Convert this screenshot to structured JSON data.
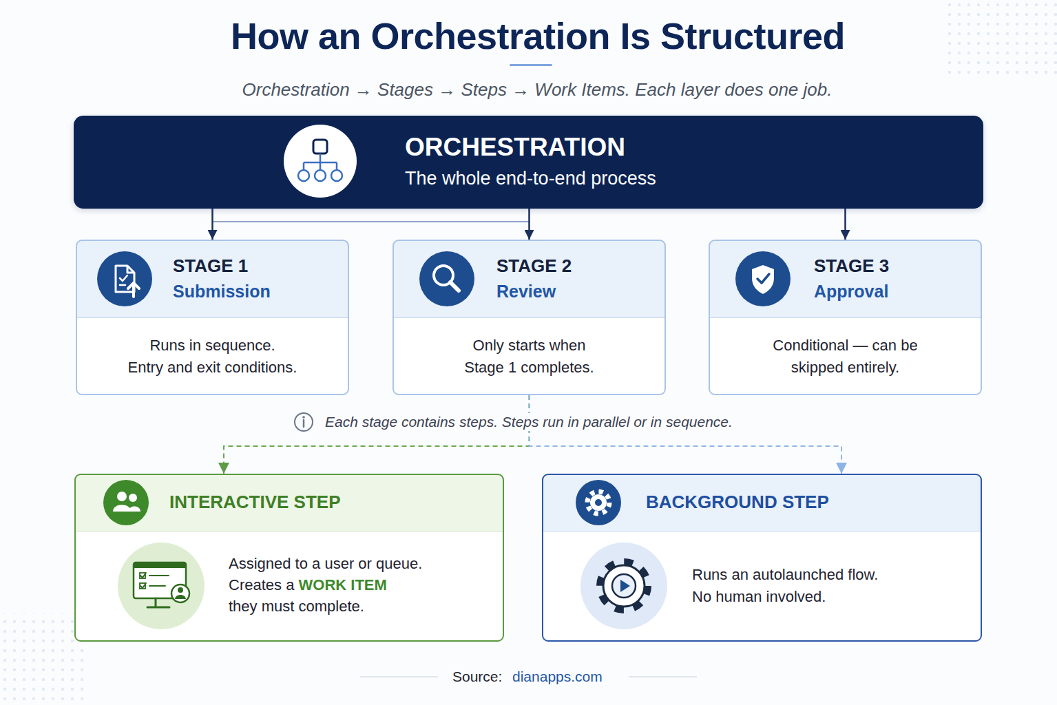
{
  "diagram": {
    "title": "How an Orchestration Is Structured",
    "nodes": [
      {
        "text": [
          "ORCHESTRATION",
          "The whole end-to-end process"
        ]
      },
      {
        "text": [
          "STAGE 1",
          "Submission",
          "Runs in sequence.",
          "Entry and exit conditions."
        ]
      },
      {
        "text": [
          "STAGE 2",
          "Review",
          "Only starts when Stage 1 completes."
        ]
      },
      {
        "text": [
          "STAGE 3",
          "Approval",
          "Conditional — can be skipped entirely."
        ]
      },
      {
        "text": [
          "INTERACTIVE STEP",
          "Assigned to a user or queue. Creates a",
          "WORK ITEM",
          "they must complete."
        ]
      },
      {
        "text": [
          "BACKGROUND STEP",
          "Runs an autolaunched flow. No human involved."
        ]
      }
    ],
    "edges": [
      {
        "from": 0,
        "to": 1,
        "arrow": "to"
      },
      {
        "from": 0,
        "to": 2,
        "arrow": "to"
      },
      {
        "from": 0,
        "to": 3,
        "arrow": "to"
      },
      {
        "from": 2,
        "to": 4,
        "arrow": "to"
      },
      {
        "from": 2,
        "to": 5,
        "arrow": "to"
      }
    ],
    "labels": [
      "Orchestration → Stages → Steps → Work Items. Each layer does one job.",
      "Each stage contains steps. Steps run in parallel or in sequence.",
      "Source:",
      "dianapps.com"
    ]
  }
}
